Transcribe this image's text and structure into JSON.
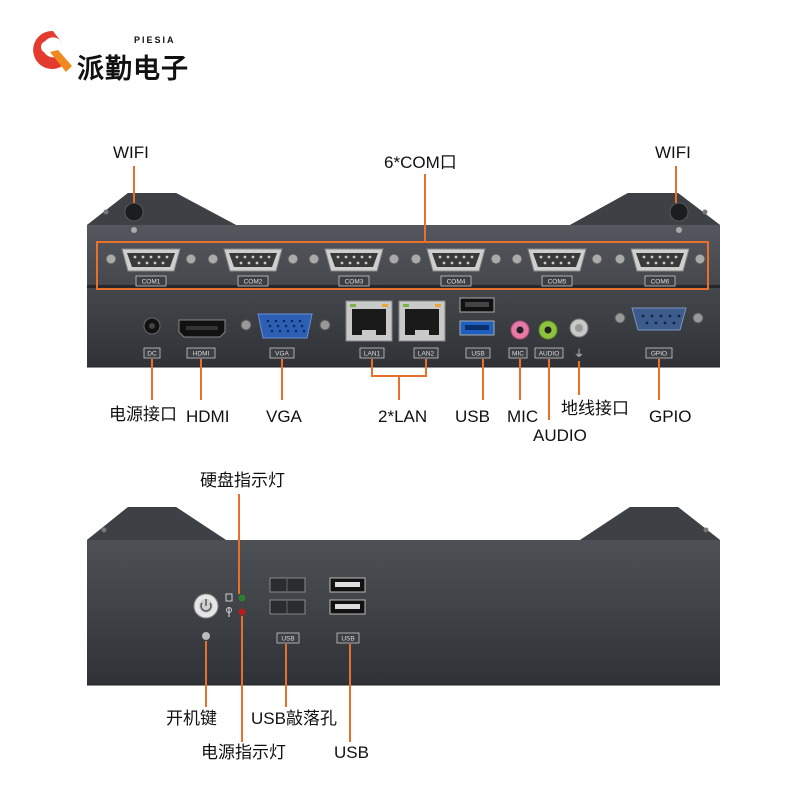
{
  "brand": {
    "name": "派勤电子",
    "sub": "PIESIA",
    "colors": {
      "accent": "#e8702a",
      "logo_red": "#e33b2e",
      "logo_orange": "#f08a1f"
    }
  },
  "top_panel": {
    "port_labels": [
      "COM1",
      "COM2",
      "COM3",
      "COM4",
      "COM5",
      "COM6",
      "DC",
      "HDMI",
      "VGA",
      "LAN1",
      "LAN2",
      "USB",
      "MIC",
      "AUDIO",
      "GPIO"
    ],
    "callouts": {
      "wifi_left": "WIFI",
      "wifi_right": "WIFI",
      "com": "6*COM口",
      "dc": "电源接口",
      "hdmi": "HDMI",
      "vga": "VGA",
      "lan": "2*LAN",
      "usb": "USB",
      "mic": "MIC",
      "audio": "AUDIO",
      "ground": "地线接口",
      "gpio": "GPIO"
    }
  },
  "bottom_panel": {
    "port_labels": [
      "USB",
      "USB"
    ],
    "callouts": {
      "hdd_led": "硬盘指示灯",
      "power_button": "开机键",
      "usb_knockout": "USB敲落孔",
      "power_led": "电源指示灯",
      "usb": "USB"
    }
  }
}
